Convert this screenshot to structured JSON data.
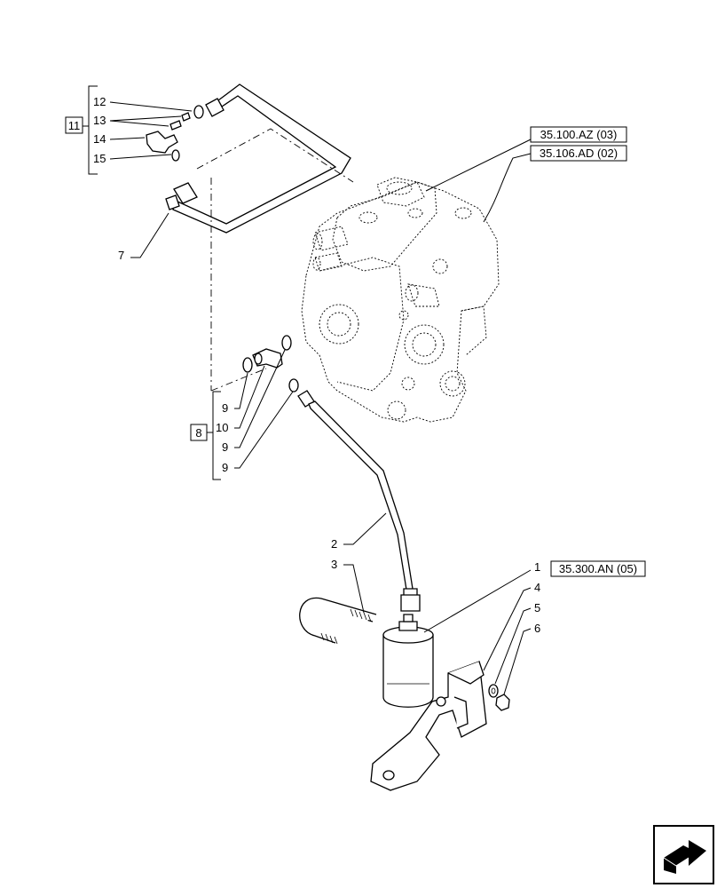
{
  "callouts": {
    "c1": "1",
    "c2": "2",
    "c3": "3",
    "c4": "4",
    "c5": "5",
    "c6": "6",
    "c7": "7",
    "c9a": "9",
    "c10": "10",
    "c9b": "9",
    "c9c": "9",
    "c12": "12",
    "c13": "13",
    "c14": "14",
    "c15": "15"
  },
  "groups": {
    "g8": "8",
    "g11": "11"
  },
  "references": {
    "ref_pump_az": "35.100.AZ (03)",
    "ref_pump_ad": "35.106.AD (02)",
    "ref_filter": "35.300.AN (05)"
  },
  "nav": {
    "icon": "next-page-arrow-icon"
  }
}
